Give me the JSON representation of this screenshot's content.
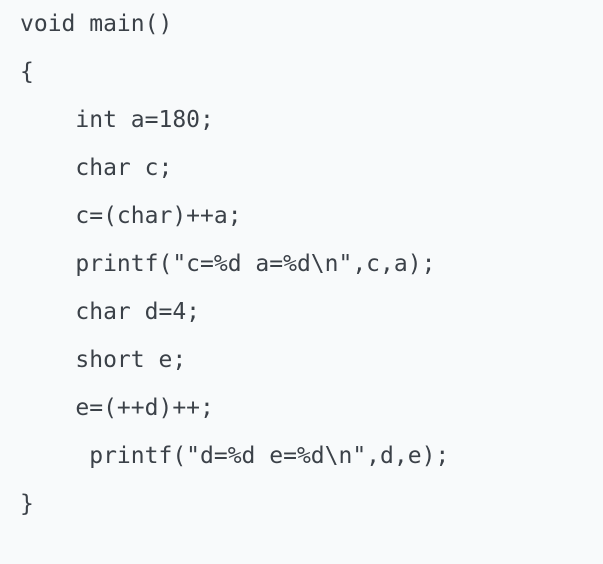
{
  "code_block": {
    "language": "c",
    "colors": {
      "background": "#f8fafb",
      "text": "#3b4148"
    },
    "lines": [
      "void main()",
      "{",
      "    int a=180;",
      "    char c;",
      "    c=(char)++a;",
      "    printf(\"c=%d a=%d\\n\",c,a);",
      "    char d=4;",
      "    short e;",
      "    e=(++d)++;",
      "     printf(\"d=%d e=%d\\n\",d,e);",
      "}"
    ]
  }
}
